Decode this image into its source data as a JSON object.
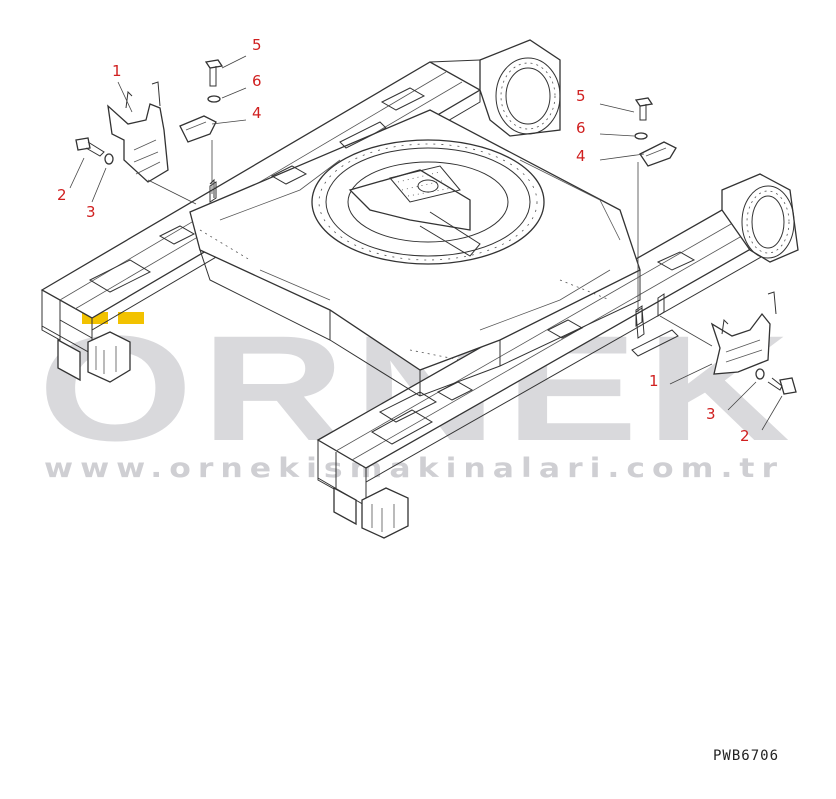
{
  "watermark": {
    "brand": "ORNEK",
    "url": "www.ornekismakinalari.com.tr",
    "accent_color": "#f2c200",
    "text_color": "#d9d9dc"
  },
  "drawing_code": "PWB6706",
  "callouts": {
    "left_bracket": "1",
    "left_bolt": "2",
    "left_washer": "3",
    "left_plate": "4",
    "left_top_bolt": "5",
    "left_top_washer": "6",
    "right_top_bolt": "5",
    "right_top_washer": "6",
    "right_plate": "4",
    "right_bracket": "1",
    "right_washer": "3",
    "right_bolt": "2"
  },
  "callout_color": "#d02020"
}
